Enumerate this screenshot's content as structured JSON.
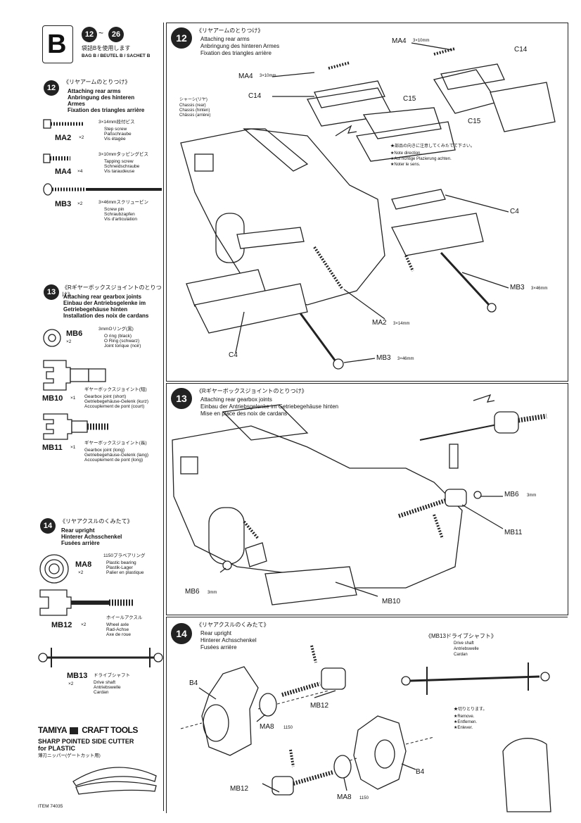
{
  "bag": {
    "letter": "B",
    "step_range_start": "12",
    "step_range_end": "26",
    "jp": "袋詰Bを使用します",
    "line": "BAG B / BEUTEL B / SACHET B"
  },
  "side_step12": {
    "number": "12",
    "jp": "《リヤアームのとりつけ》",
    "lines": [
      "Attaching rear arms",
      "Anbringung des hinteren",
      "Armes",
      "Fixation des triangles arrière"
    ],
    "parts": [
      {
        "code": "MA2",
        "qty": "×2",
        "jp": "3×14mm段付ビス",
        "desc": [
          "Step screw",
          "Paßschraube",
          "Vis étagée"
        ]
      },
      {
        "code": "MA4",
        "qty": "×4",
        "jp": "3×10mmタッピングビス",
        "desc": [
          "Tapping screw",
          "Schneidschraube",
          "Vis taraudeuse"
        ]
      },
      {
        "code": "MB3",
        "qty": "×2",
        "jp": "3×46mmスクリューピン",
        "desc": [
          "Screw pin",
          "Schraubzapfen",
          "Vis d'articulation"
        ]
      }
    ]
  },
  "side_step13": {
    "number": "13",
    "jp": "《Rギヤーボックスジョイントのとりつけ》",
    "lines": [
      "Attaching rear gearbox joints",
      "Einbau der Antriebsgelenke im",
      "Getriebegehäuse hinten",
      "Installation des noix de cardans"
    ],
    "parts": [
      {
        "code": "MB6",
        "qty": "×2",
        "jp": "3mmOリング(黒)",
        "desc": [
          "O ring (black)",
          "O Ring (schwarz)",
          "Joint torique (noir)"
        ]
      },
      {
        "code": "MB10",
        "qty": "×1",
        "jp": "ギヤーボックスジョイント(短)",
        "desc": [
          "Gearbox joint (short)",
          "Getriebegehäuse-Gelenk (kurz)",
          "Accouplement de pont (court)"
        ]
      },
      {
        "code": "MB11",
        "qty": "×1",
        "jp": "ギヤーボックスジョイント(長)",
        "desc": [
          "Gearbox joint (long)",
          "Getriebegehäuse-Gelenk (lang)",
          "Accouplement de pont (long)"
        ]
      }
    ]
  },
  "side_step14": {
    "number": "14",
    "jp": "《リヤアクスルのくみたて》",
    "lines": [
      "Rear upright",
      "Hinterer Achsschenkel",
      "Fusées arrière"
    ],
    "parts": [
      {
        "code": "MA8",
        "qty": "×2",
        "jp": "1150プラベアリング",
        "desc": [
          "Plastic bearing",
          "Plastik-Lager",
          "Palier en plastique"
        ]
      },
      {
        "code": "MB12",
        "qty": "×2",
        "jp": "ホイールアクスル",
        "desc": [
          "Wheel axle",
          "Rad-Achse",
          "Axe de roue"
        ]
      },
      {
        "code": "MB13",
        "qty": "×2",
        "jp": "ドライブシャフト",
        "desc": [
          "Drive shaft",
          "Antriebswelle",
          "Cardan"
        ]
      }
    ]
  },
  "promo": {
    "brand": "TAMIYA",
    "brand2": "CRAFT TOOLS",
    "product": "SHARP POINTED SIDE CUTTER",
    "product2": "for PLASTIC",
    "jp": "薄刃ニッパー(ゲートカット用)",
    "code": "ITEM 74035"
  },
  "step12": {
    "number": "12",
    "jp": "《リヤアームのとりつけ》",
    "lines": [
      "Attaching rear arms",
      "Anbringung des hinteren Armes",
      "Fixation des triangles arrière"
    ],
    "chassis_jp": "シャーシ(リヤ)",
    "chassis": [
      "Chassis (rear)",
      "Chassis (hinten)",
      "Châssis (arrière)"
    ],
    "note_jp": "★部品の向きに注意してくみたてて下さい。",
    "note": [
      "★Note direction.",
      "★Auf richtige Plazierung achten.",
      "★Noter le sens."
    ],
    "labels": {
      "ma4_top": "MA4",
      "ma4_top_size": "3×10mm",
      "c14_top": "C14",
      "ma4_left": "MA4",
      "ma4_left_size": "3×10mm",
      "c14_left": "C14",
      "c15_mid": "C15",
      "c15_right": "C15",
      "c4_right": "C4",
      "mb3_right": "MB3",
      "mb3_right_size": "3×46mm",
      "ma2": "MA2",
      "ma2_size": "3×14mm",
      "c4_bottom": "C4",
      "mb3_bottom": "MB3",
      "mb3_bottom_size": "3×46mm"
    }
  },
  "step13": {
    "number": "13",
    "jp": "《Rギヤーボックスジョイントのとりつけ》",
    "lines": [
      "Attaching rear gearbox joints",
      "Einbau der Antriebsgelenke im Getriebegehäuse hinten",
      "Mise en place des noix de cardans"
    ],
    "labels": {
      "mb6_right": "MB6",
      "mb6_right_size": "3mm",
      "mb11": "MB11",
      "mb6_left": "MB6",
      "mb6_left_size": "3mm",
      "mb10": "MB10"
    }
  },
  "step14": {
    "number": "14",
    "jp": "《リヤアクスルのくみたて》",
    "lines": [
      "Rear upright",
      "Hinterer Achsschenkel",
      "Fusées arrière"
    ],
    "sub_jp": "《MB13ドライブシャフト》",
    "sub": [
      "Drive shaft",
      "Antriebswelle",
      "Cardan"
    ],
    "remove_jp": "★切りとります。",
    "remove": [
      "★Remove.",
      "★Entfernen.",
      "★Enlever."
    ],
    "labels": {
      "b4_left": "B4",
      "mb12_top": "MB12",
      "ma8_left": "MA8",
      "ma8_left_size": "1150",
      "mb12_bottom": "MB12",
      "ma8_bottom": "MA8",
      "ma8_bottom_size": "1150",
      "b4_right": "B4"
    }
  },
  "icons": [
    "screw-icon",
    "tapping-screw-icon",
    "screw-pin-icon",
    "o-ring-icon",
    "gearbox-joint-icon",
    "bearing-icon",
    "wheel-axle-icon",
    "drive-shaft-icon",
    "side-cutter-icon",
    "arrow-icon"
  ]
}
